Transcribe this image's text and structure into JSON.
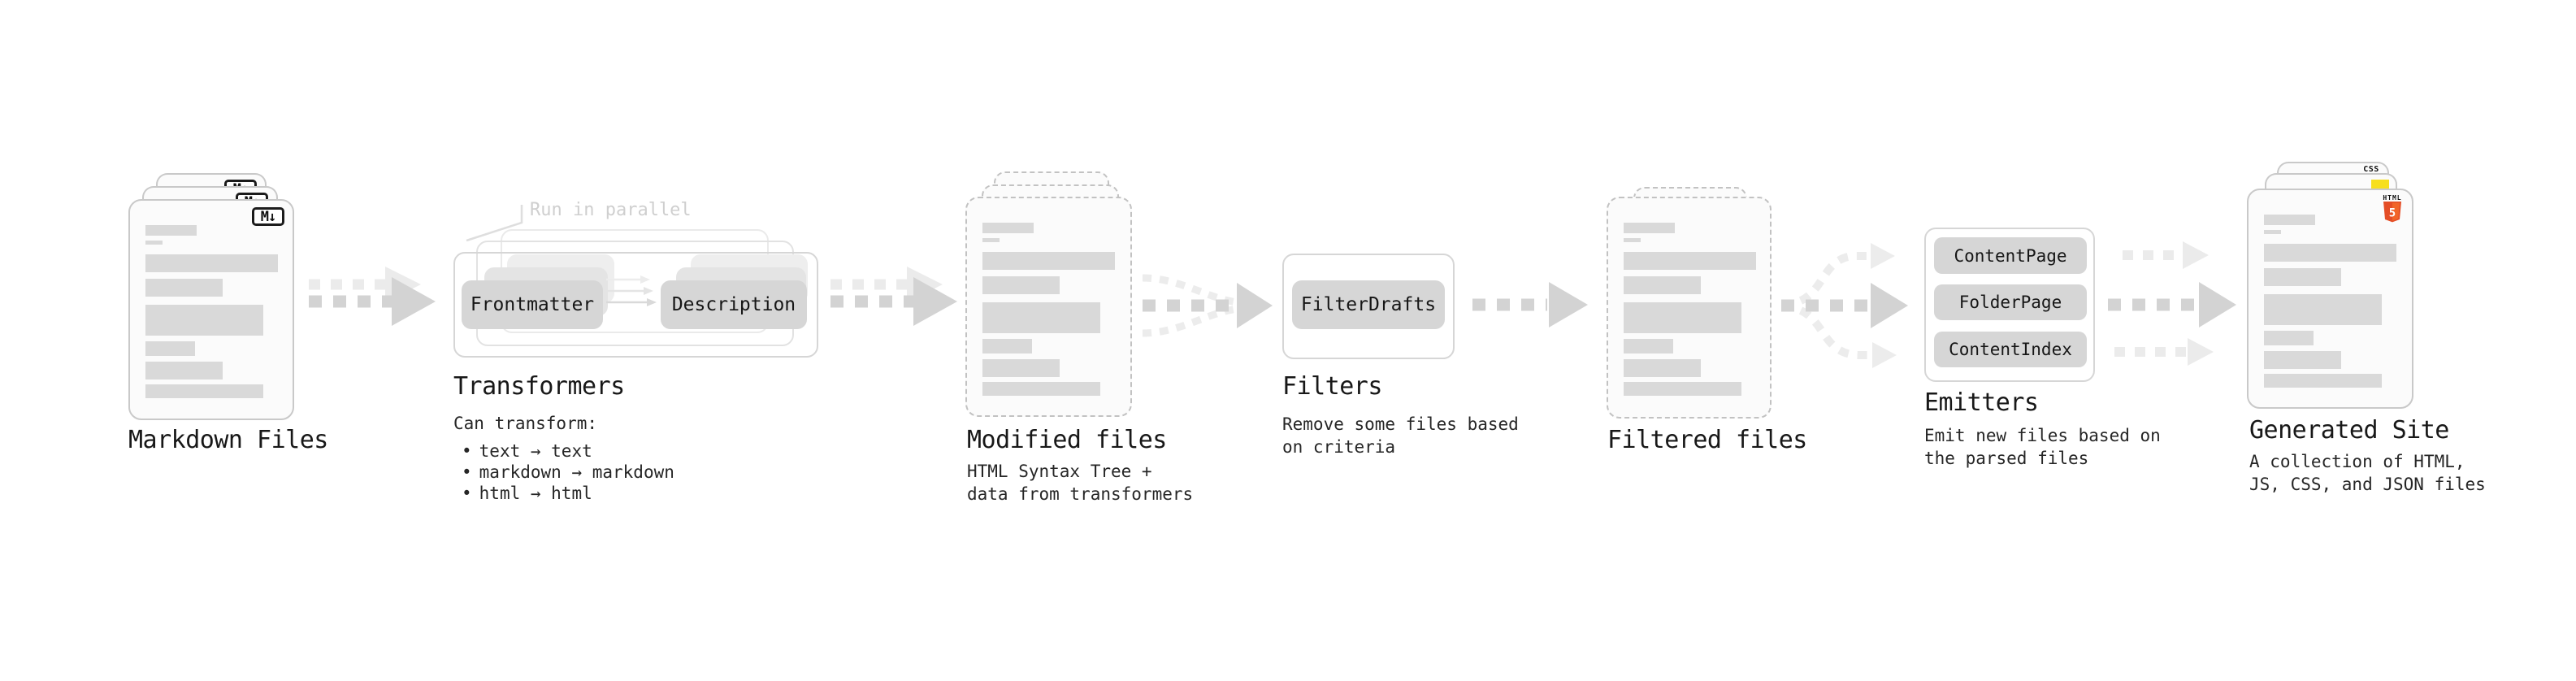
{
  "diagram": {
    "markdown_files": {
      "label": "Markdown Files",
      "badge": "M↓"
    },
    "transformers": {
      "title": "Transformers",
      "annotation": "Run in parallel",
      "chip_left": "Frontmatter",
      "chip_right": "Description",
      "desc_heading": "Can transform:",
      "desc_items": [
        "text → text",
        "markdown → markdown",
        "html → html"
      ]
    },
    "modified_files": {
      "label": "Modified files",
      "desc_lines": [
        "HTML Syntax Tree +",
        "data from transformers"
      ]
    },
    "filters": {
      "title": "Filters",
      "chip": "FilterDrafts",
      "desc_lines": [
        "Remove some files based",
        "on criteria"
      ]
    },
    "filtered_files": {
      "label": "Filtered files"
    },
    "emitters": {
      "title": "Emitters",
      "chips": [
        "ContentPage",
        "FolderPage",
        "ContentIndex"
      ],
      "desc_lines": [
        "Emit new files based on",
        "the parsed files"
      ]
    },
    "generated_site": {
      "label": "Generated Site",
      "desc_lines": [
        "A collection of HTML,",
        "JS, CSS, and JSON files"
      ],
      "badges": {
        "css": "CSS",
        "html_word": "HTML",
        "html_number": "5"
      }
    },
    "colors": {
      "js_yellow": "#f7df1e",
      "css_blue": "#2965f1",
      "html_orange": "#e44d26"
    }
  }
}
